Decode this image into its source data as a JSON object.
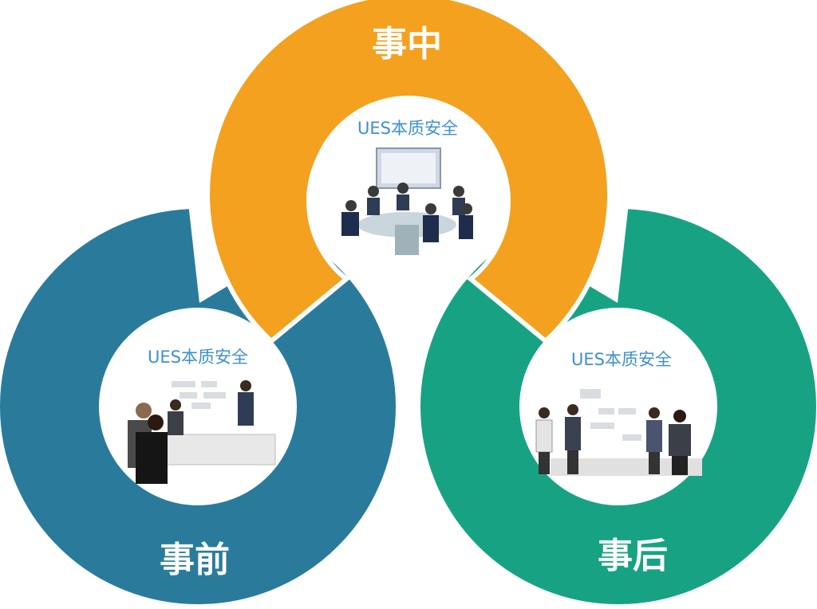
{
  "stages": [
    {
      "id": "before",
      "title": "事前",
      "subtitle": "UES本质安全",
      "color": "#2a7b9b"
    },
    {
      "id": "during",
      "title": "事中",
      "subtitle": "UES本质安全",
      "color": "#f3a11f"
    },
    {
      "id": "after",
      "title": "事后",
      "subtitle": "UES本质安全",
      "color": "#17a383"
    }
  ]
}
